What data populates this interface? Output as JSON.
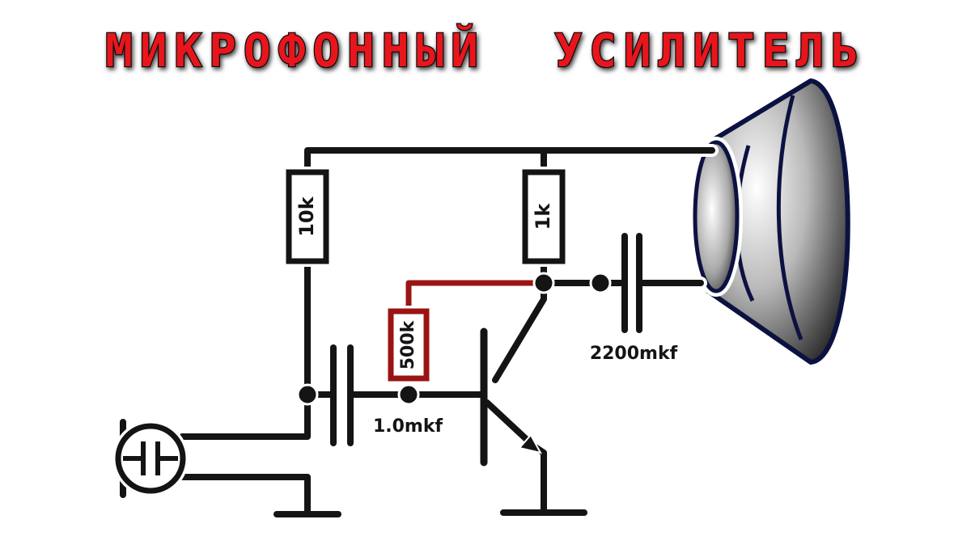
{
  "title": "МИКРОФОННЫЙ  УСИЛИТЕЛЬ",
  "components": {
    "r_bias": "10k",
    "r_collector": "1k",
    "r_feedback": "500k",
    "c_input": "1.0mkf",
    "c_output": "2200mkf"
  },
  "colors": {
    "title_fill": "#e8141c",
    "title_outline": "#111111",
    "wire": "#141414",
    "wire_halo": "#ffffff",
    "feedback_wire": "#9b1414",
    "speaker_rim": "#0c1240"
  }
}
